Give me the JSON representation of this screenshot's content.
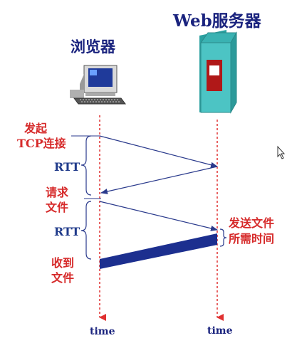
{
  "server_title": "Web服务器",
  "browser_title": "浏览器",
  "left_labels": {
    "initiate_line1": "发起",
    "initiate_line2": "TCP连接",
    "rtt1": "RTT",
    "request_line1": "请求",
    "request_line2": "文件",
    "rtt2": "RTT",
    "receive_line1": "收到",
    "receive_line2": "文件"
  },
  "right_labels": {
    "send_line1": "发送文件",
    "send_line2": "所需时间"
  },
  "axis": {
    "client_time": "time",
    "server_time": "time"
  },
  "icons": {
    "client": "desktop-computer-icon",
    "server": "server-tower-icon",
    "cursor": "mouse-cursor-icon"
  },
  "colors": {
    "timeline": "#e03030",
    "arrow": "#2a3a8c",
    "brace": "#2a3a8c",
    "label_red": "#d62a2a",
    "label_blue": "#1f3a8a",
    "server_body": "#3fb6b6",
    "transfer_bar": "#1c2f8f"
  }
}
